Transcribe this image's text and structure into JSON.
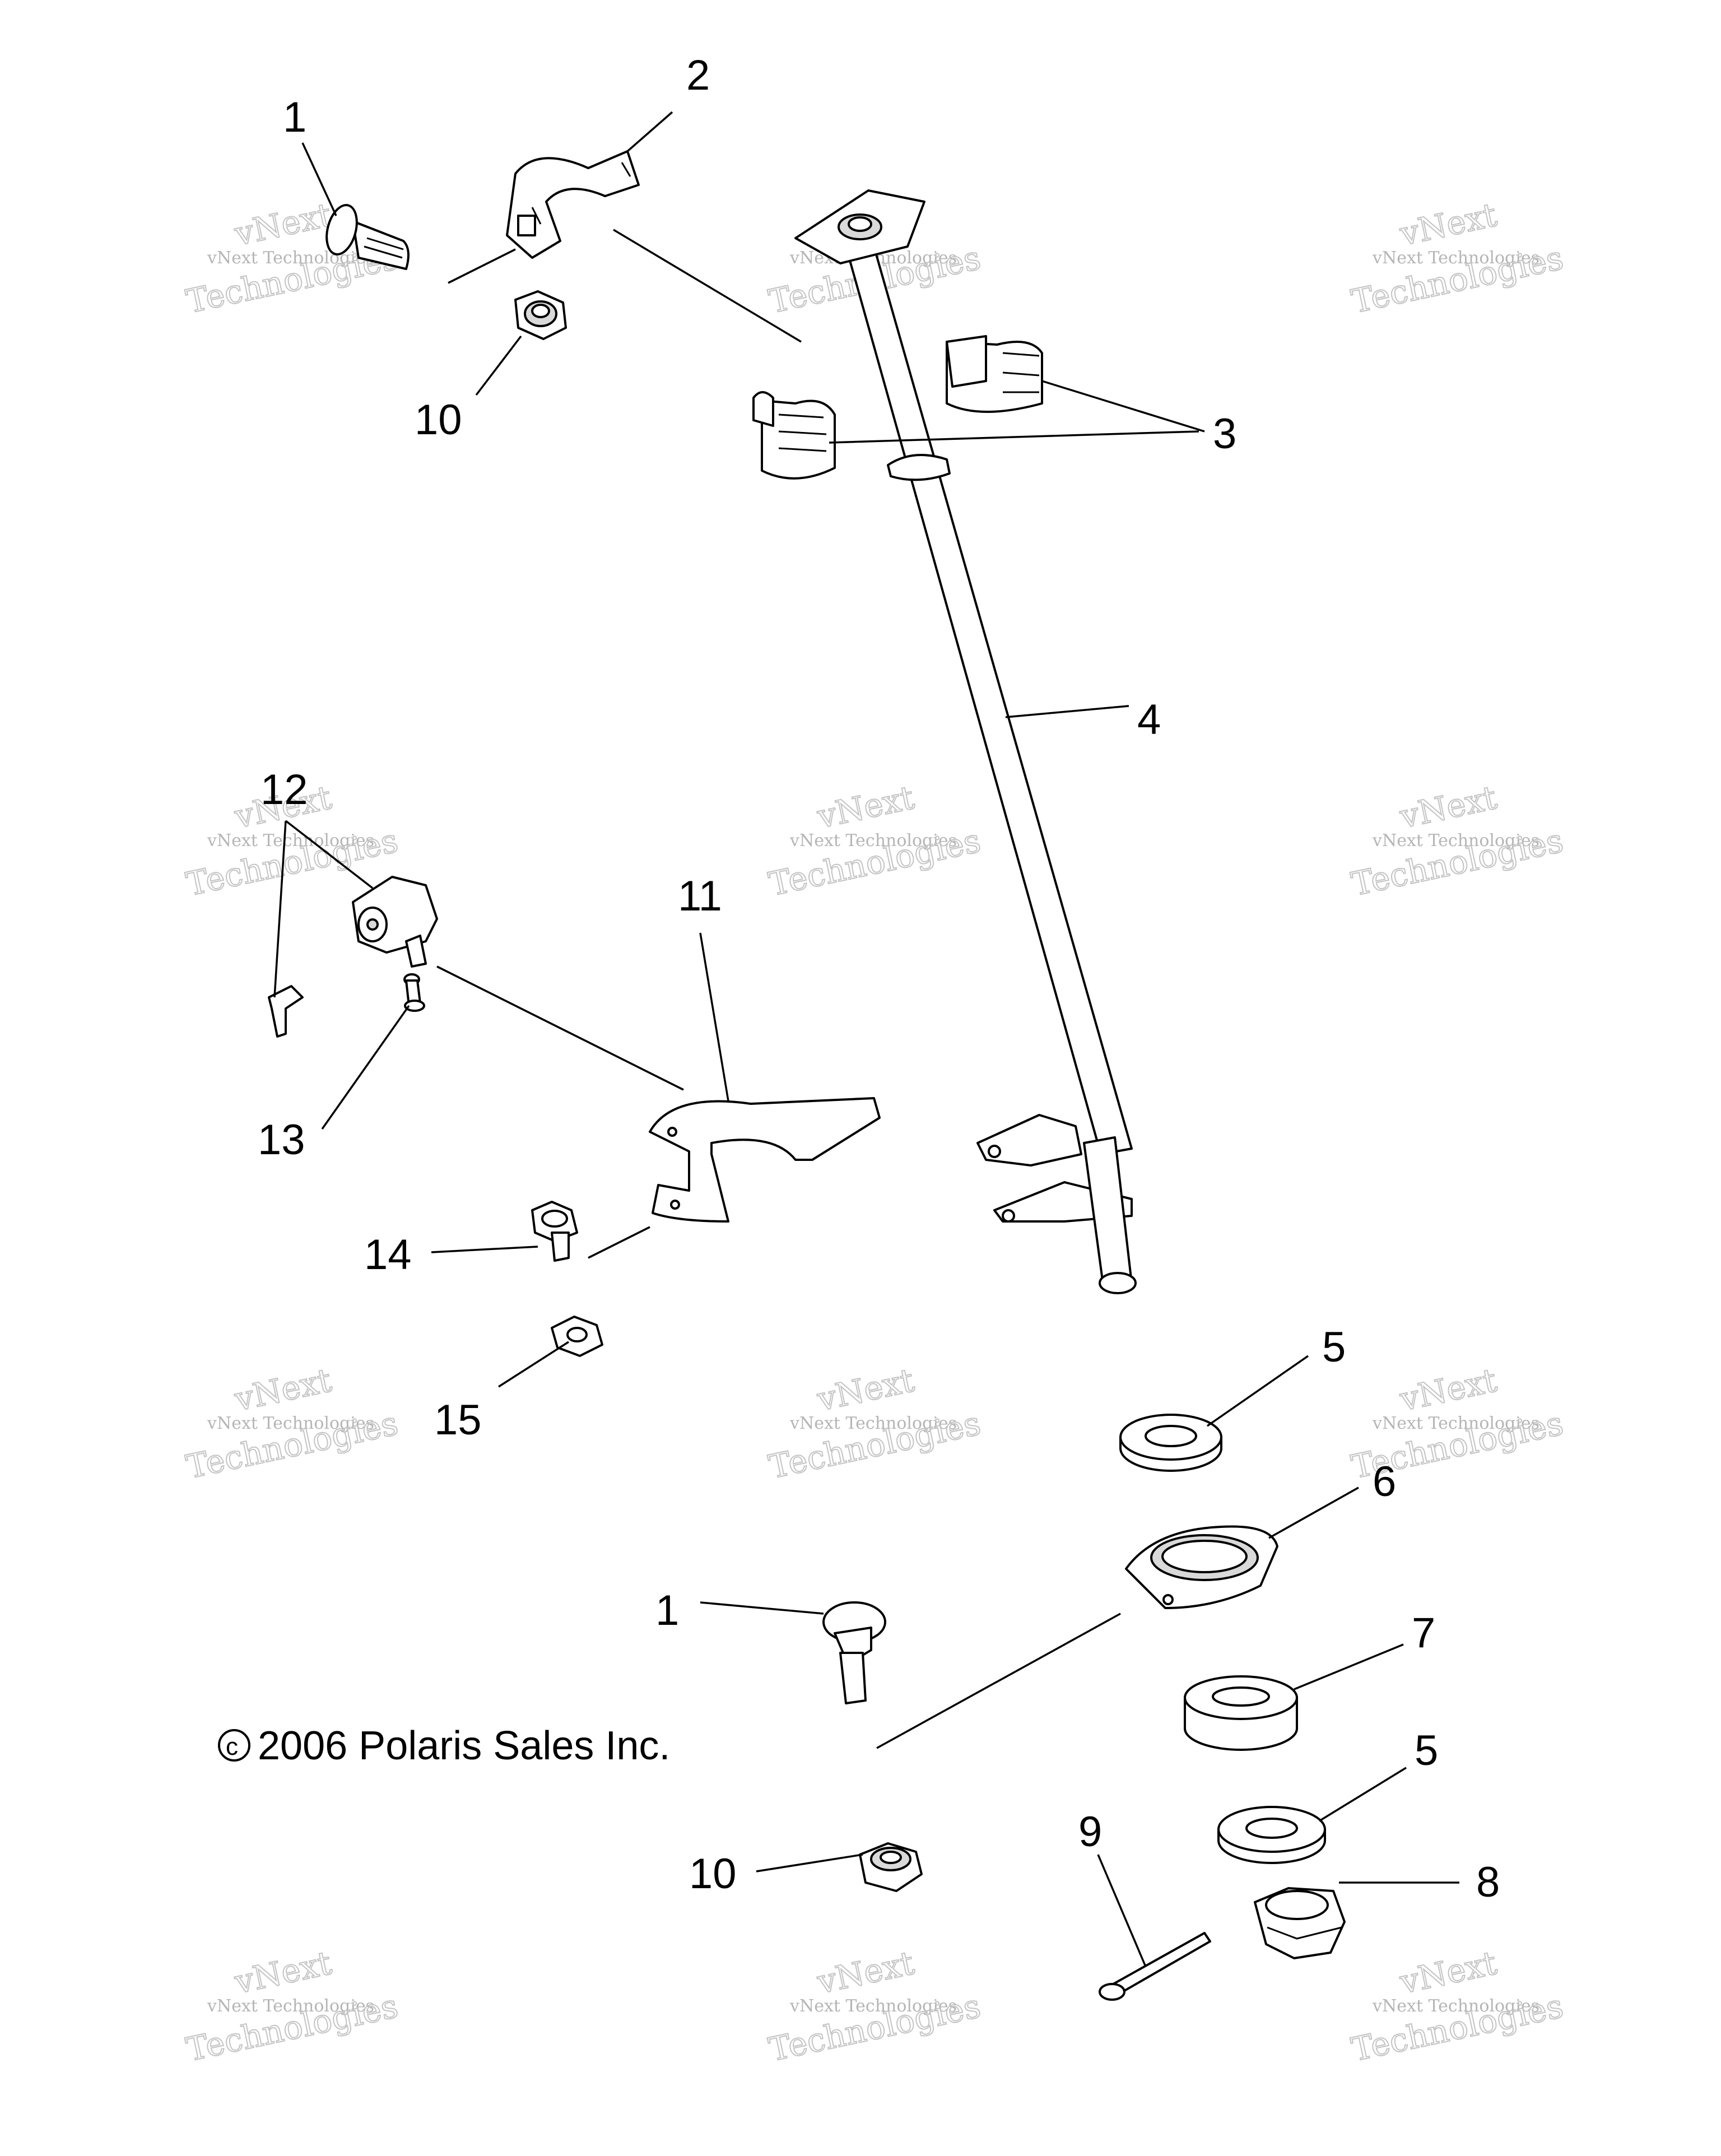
{
  "callouts": [
    {
      "id": "c1a",
      "text": "1"
    },
    {
      "id": "c2",
      "text": "2"
    },
    {
      "id": "c3",
      "text": "3"
    },
    {
      "id": "c4",
      "text": "4"
    },
    {
      "id": "c5a",
      "text": "5"
    },
    {
      "id": "c5b",
      "text": "5"
    },
    {
      "id": "c6",
      "text": "6"
    },
    {
      "id": "c7",
      "text": "7"
    },
    {
      "id": "c8",
      "text": "8"
    },
    {
      "id": "c9",
      "text": "9"
    },
    {
      "id": "c10a",
      "text": "10"
    },
    {
      "id": "c10b",
      "text": "10"
    },
    {
      "id": "c11",
      "text": "11"
    },
    {
      "id": "c12",
      "text": "12"
    },
    {
      "id": "c13",
      "text": "13"
    },
    {
      "id": "c14",
      "text": "14"
    },
    {
      "id": "c15",
      "text": "15"
    },
    {
      "id": "c1b",
      "text": "1"
    }
  ],
  "copyright": "2006 Polaris Sales Inc.",
  "copyright_symbol": "c",
  "watermark": {
    "line1": "vNext Technologies",
    "line2": "vNext",
    "line3": "Technologies"
  }
}
